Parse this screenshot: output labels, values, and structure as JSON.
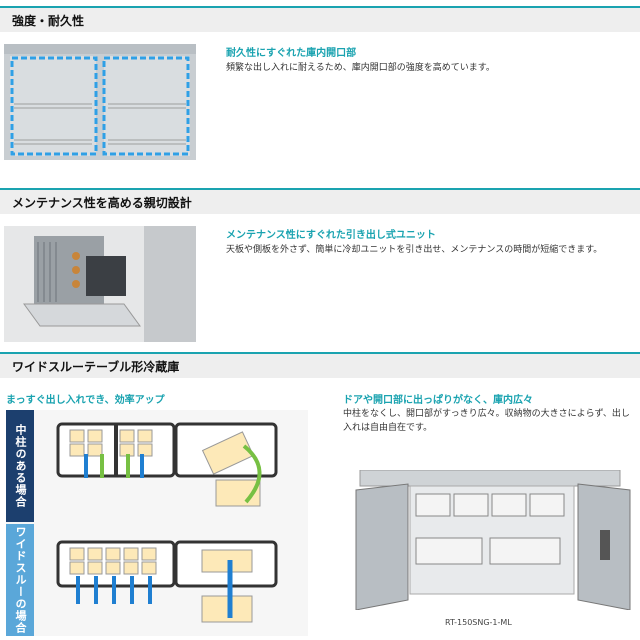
{
  "sections": [
    {
      "header": "強度・耐久性",
      "feature_title": "耐久性にすぐれた庫内開口部",
      "feature_desc": "頻繁な出し入れに耐えるため、庫内開口部の強度を高めています。"
    },
    {
      "header": "メンテナンス性を高める親切設計",
      "feature_title": "メンテナンス性にすぐれた引き出し式ユニット",
      "feature_desc": "天板や側板を外さず、簡単に冷却ユニットを引き出せ、メンテナンスの時間が短縮できます。"
    },
    {
      "header": "ワイドスルーテーブル形冷蔵庫",
      "left_title": "まっすぐ出し入れでき、効率アップ",
      "right_title": "ドアや開口部に出っぱりがなく、庫内広々",
      "right_desc": "中柱をなくし、開口部がすっきり広々。収納物の大きさによらず、出し入れは自由自在です。",
      "label_with_pillar": "中柱のある場合",
      "label_wide_through": "ワイドスルーの場合",
      "model": "RT-150SNG-1-ML"
    }
  ],
  "colors": {
    "accent": "#1aa3b0",
    "label_dark": "#1c3f6e",
    "label_light": "#5aa7d9",
    "arrow_blue": "#1f7fd1",
    "arrow_green": "#77c043",
    "box_fill": "#fde9b8"
  }
}
